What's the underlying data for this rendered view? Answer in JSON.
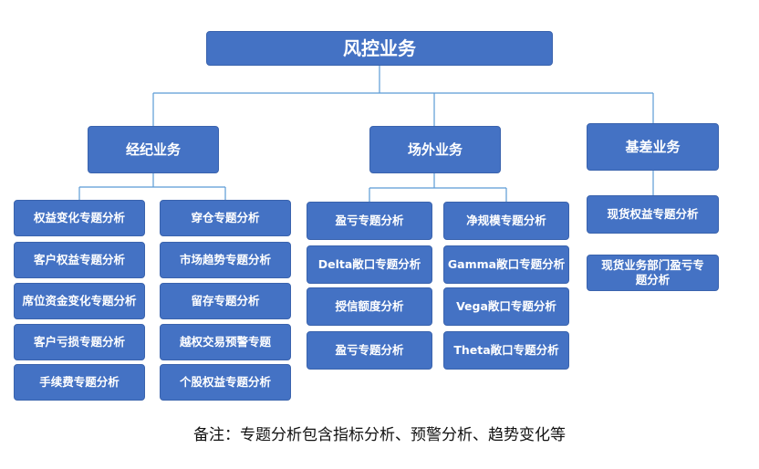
{
  "root": "风控业务",
  "categories": {
    "brokerage": "经纪业务",
    "otc": "场外业务",
    "basis": "基差业务"
  },
  "brokerage_col1": [
    "权益变化专题分析",
    "客户权益专题分析",
    "席位资金变化专题分析",
    "客户亏损专题分析",
    "手续费专题分析"
  ],
  "brokerage_col2": [
    "穿仓专题分析",
    "市场趋势专题分析",
    "留存专题分析",
    "越权交易预警专题",
    "个股权益专题分析"
  ],
  "otc_col1": [
    "盈亏专题分析",
    "Delta敞口专题分析",
    "授信额度分析",
    "盈亏专题分析"
  ],
  "otc_col2": [
    "净规模专题分析",
    "Gamma敞口专题分析",
    "Vega敞口专题分析",
    "Theta敞口专题分析"
  ],
  "basis_items": [
    "现货权益专题分析",
    "现货业务部门盈亏专题分析"
  ],
  "note": "备注：专题分析包含指标分析、预警分析、趋势变化等",
  "colors": {
    "box": "#4472c4",
    "line": "#5b9bd5"
  }
}
